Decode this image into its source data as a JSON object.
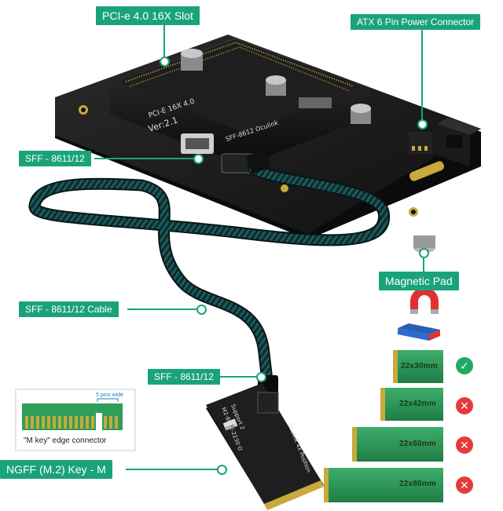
{
  "labels": {
    "pcie_slot": "PCI-e 4.0 16X Slot",
    "atx_power": "ATX 6 Pin Power Connector",
    "sff_top": "SFF - 8611/12",
    "magnetic_pad": "Magnetic Pad",
    "sff_cable": "SFF - 8611/12 Cable",
    "sff_bottom": "SFF - 8611/12",
    "ngff": "NGFF (M.2) Key - M"
  },
  "board_print": {
    "model": "PCI-E 16X 4.0",
    "version": "Ver:2.1",
    "connector": "SFF-8612 Oculink"
  },
  "m2_adapter_print": {
    "line1": "M2-8612-2230 O",
    "line2": "Support 2",
    "line3": "Oculink 4X Position",
    "mark": "2230"
  },
  "m_key_inset": {
    "pins_note": "5 pins wide",
    "caption": "\"M key\" edge connector"
  },
  "ssd_sizes": [
    {
      "label": "22x30mm",
      "supported": true
    },
    {
      "label": "22x42mm",
      "supported": false
    },
    {
      "label": "22x60mm",
      "supported": false
    },
    {
      "label": "22x80mm",
      "supported": false
    }
  ],
  "colors": {
    "accent": "#1aa37a",
    "ok": "#20a866",
    "fail": "#e63a3a",
    "pcb": "#1c1c1c",
    "ssd_green": "#2e9e5a"
  }
}
